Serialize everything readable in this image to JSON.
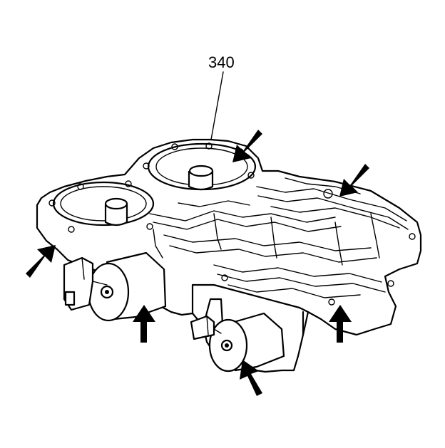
{
  "diagram": {
    "callout_label": "340",
    "colors": {
      "line": "#000000",
      "background": "#ffffff"
    },
    "arrows": [
      "arrow-upper-right-gasket",
      "arrow-right-top-body",
      "arrow-left-side",
      "arrow-front-solenoid-1",
      "arrow-front-solenoid-2",
      "arrow-right-bore"
    ]
  }
}
